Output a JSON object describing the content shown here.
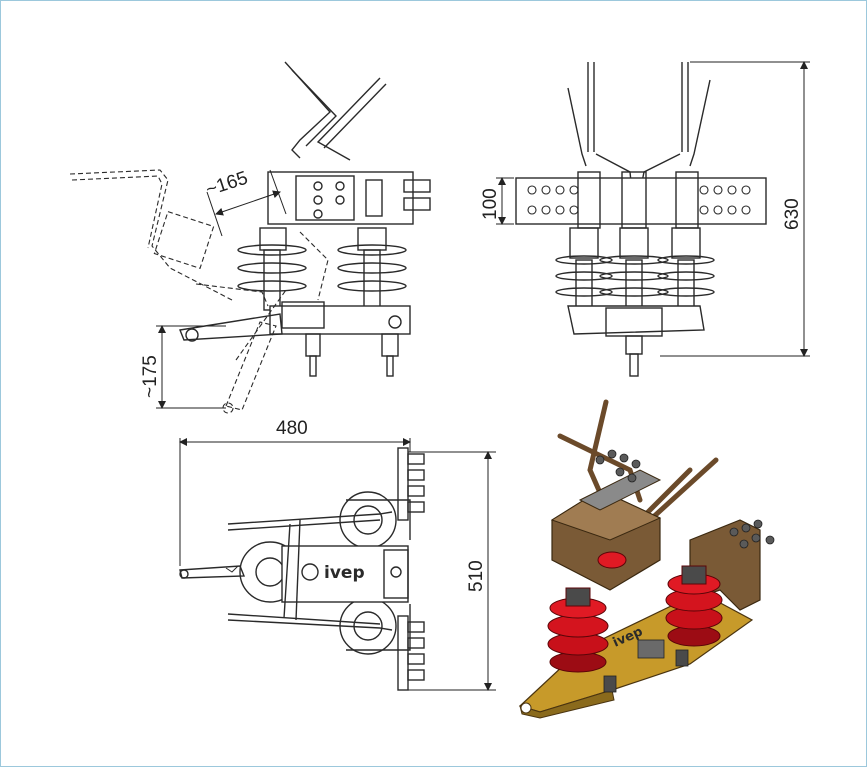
{
  "dimensions": {
    "arm_length": "~165",
    "drop_height": "~175",
    "bracket_height": "100",
    "overall_height": "630",
    "overall_length": "480",
    "overall_width": "510"
  },
  "logo": "ivep",
  "colors": {
    "line": "#2a2a2a",
    "frame": "#9cc8dc",
    "insulator_red": "#c8101a",
    "bracket_brown": "#7a5a36",
    "base_yellow": "#c79a2a"
  }
}
